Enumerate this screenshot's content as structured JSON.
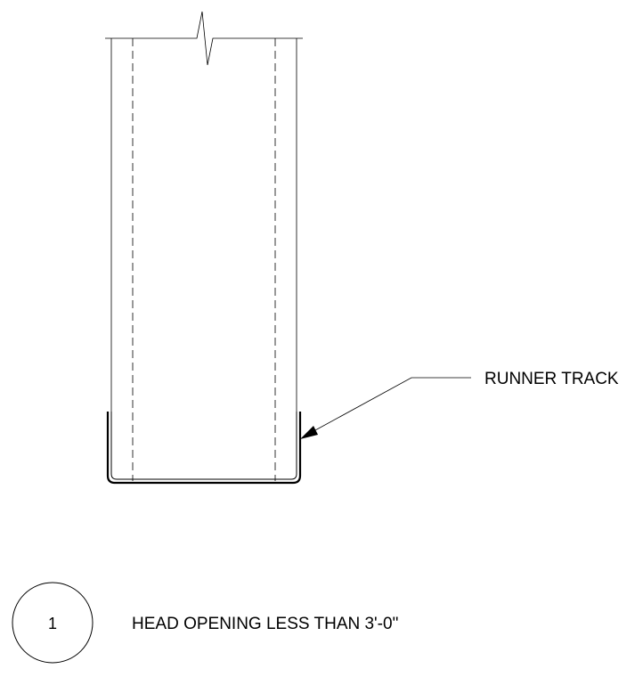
{
  "callout": {
    "label": "RUNNER TRACK"
  },
  "detail": {
    "number": "1",
    "title": "HEAD OPENING LESS THAN 3'-0\""
  }
}
